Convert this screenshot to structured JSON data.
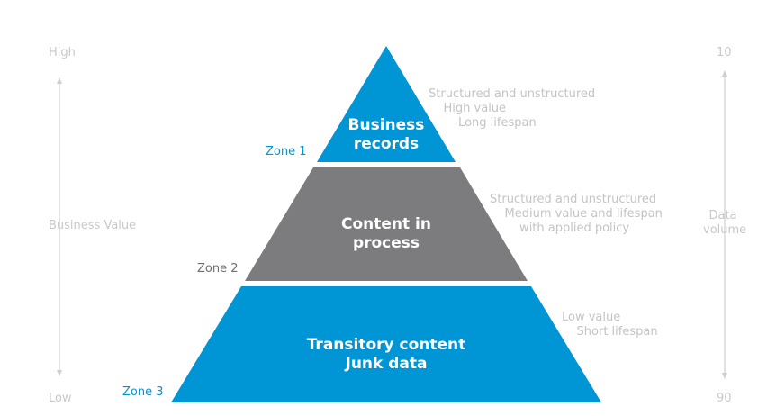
{
  "left_axis": {
    "top_label": "High",
    "middle_label": "Business Value",
    "bottom_label": "Low"
  },
  "right_axis": {
    "top_label": "10",
    "middle_label_line1": "Data",
    "middle_label_line2": "volume",
    "bottom_label": "90"
  },
  "tiers": [
    {
      "zone_label": "Zone 1",
      "title": "Business\nrecords",
      "notes": "Structured and unstructured\n    High value\n        Long lifespan",
      "color": "#0096d6"
    },
    {
      "zone_label": "Zone 2",
      "title": "Content in\nprocess",
      "notes": "Structured and unstructured\n    Medium value and lifespan\n        with applied policy",
      "color": "#7c7c7f"
    },
    {
      "zone_label": "Zone 3",
      "title": "Transitory content\nJunk data",
      "notes": "Low value\n    Short lifespan",
      "color": "#0096d6"
    }
  ],
  "colors": {
    "zone_blue_text": "#0096d6",
    "zone_gray_text": "#6d6e71",
    "axis_gray": "#c9c9c9"
  }
}
